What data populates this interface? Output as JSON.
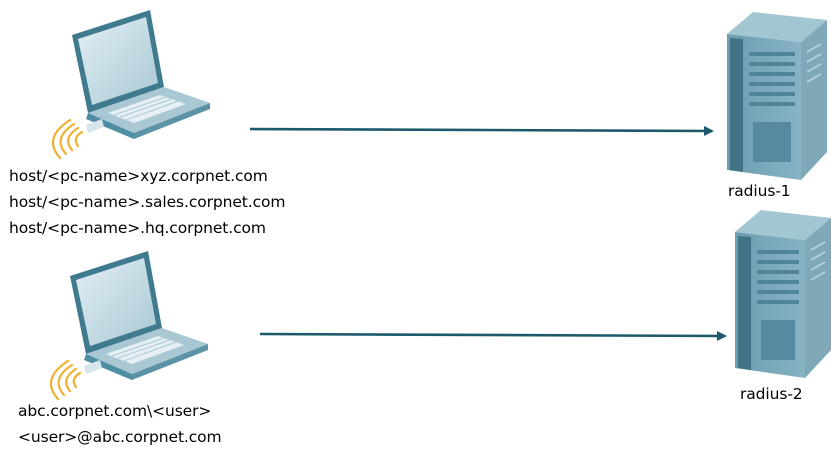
{
  "clients": [
    {
      "names": [
        "host/<pc-name>xyz.corpnet.com",
        "host/<pc-name>.sales.corpnet.com",
        "host/<pc-name>.hq.corpnet.com"
      ]
    },
    {
      "names": [
        "abc.corpnet.com\\<user>",
        "<user>@abc.corpnet.com"
      ]
    }
  ],
  "servers": [
    {
      "label": "radius-1"
    },
    {
      "label": "radius-2"
    }
  ],
  "colors": {
    "arrow": "#1c5a6b",
    "laptop_body": "#4d8ea3",
    "laptop_light": "#a9c8d4",
    "laptop_screen": "#c2dae3",
    "server_front": "#5f93a5",
    "server_side": "#3f7385",
    "server_top": "#a3c6d3",
    "wireless": "#f0b030"
  }
}
